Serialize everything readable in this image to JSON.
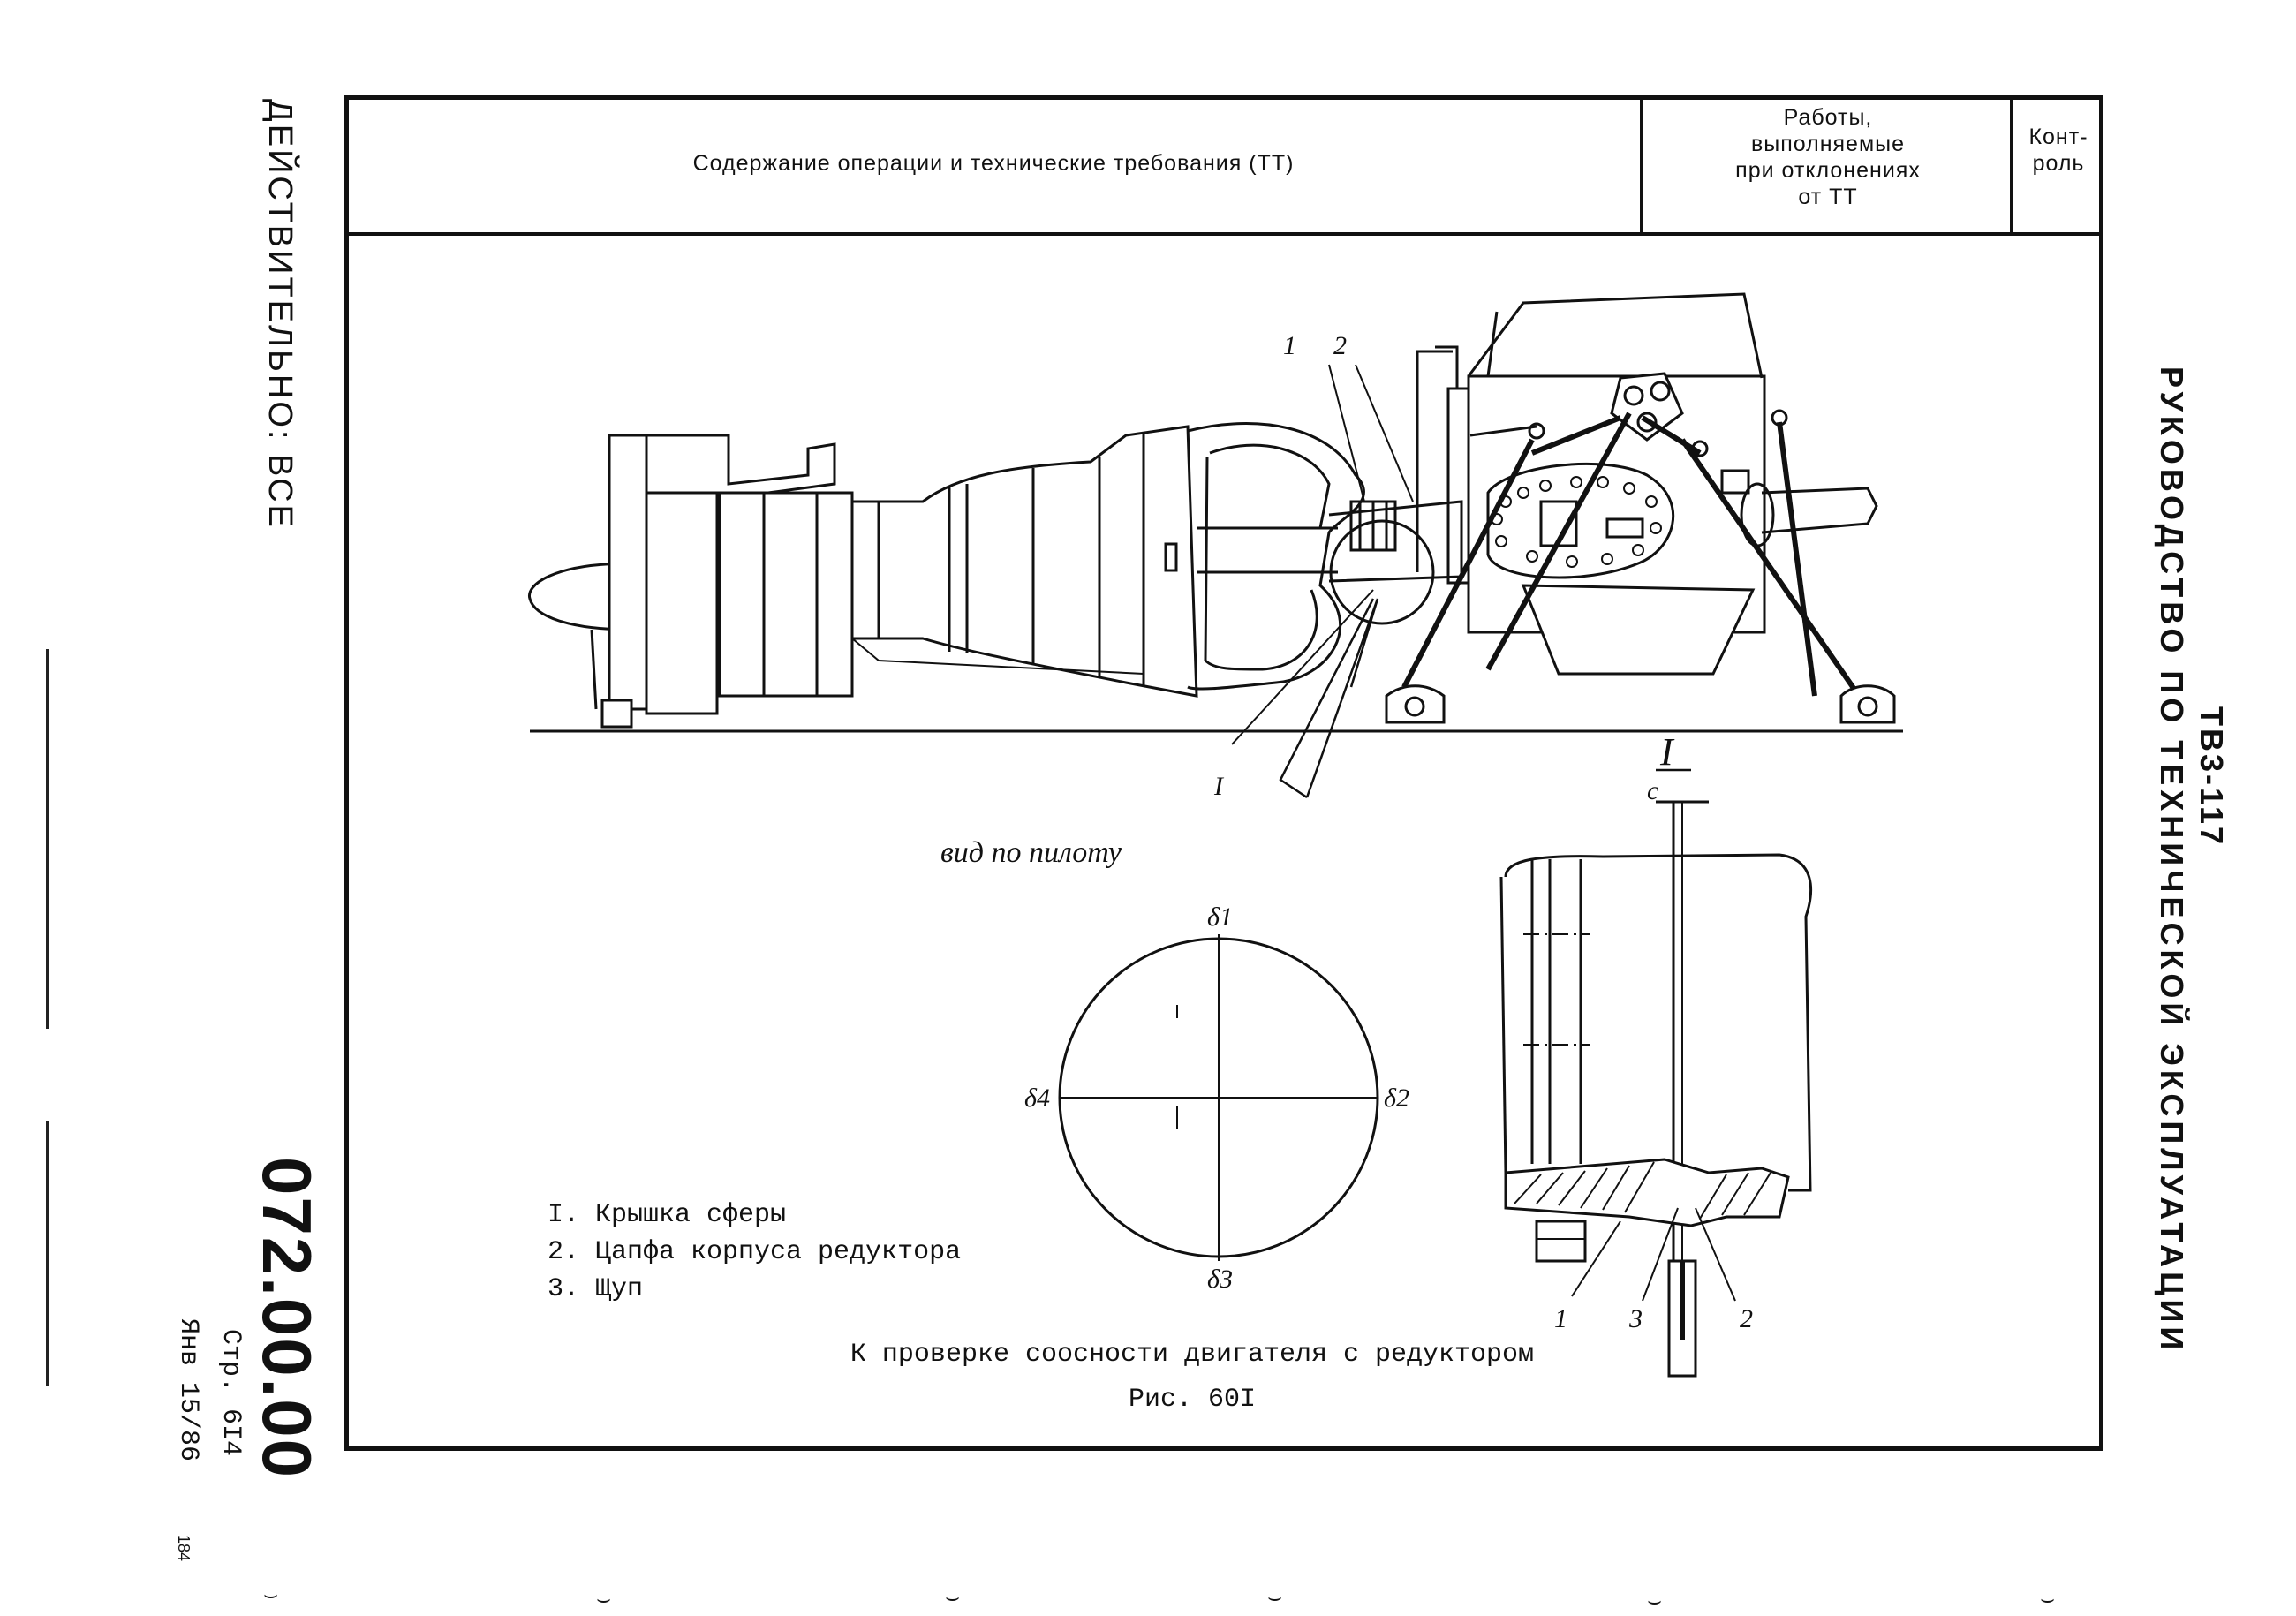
{
  "header": {
    "col_main": "Содержание операции и технические требования (ТТ)",
    "col_deviation": [
      "Работы,",
      "выполняемые",
      "при отклонениях",
      "от ТТ"
    ],
    "col_control": [
      "Конт-",
      "роль"
    ]
  },
  "side_right": {
    "title": "РУКОВОДСТВО ПО ТЕХНИЧЕСКОЙ ЭКСПЛУАТАЦИИ",
    "model": "ТВ3-117"
  },
  "side_left": {
    "validity": "ДЕЙСТВИТЕЛЬНО: ВСЕ",
    "doc_number": "072.00.00",
    "page": "Стр. 6I4",
    "date": "Янв 15/86",
    "sheet": "184"
  },
  "figure": {
    "view_label": "вид по пилоту",
    "callouts": [
      "1",
      "2",
      "I",
      "I",
      "c",
      "1",
      "3",
      "2"
    ],
    "circle_labels": [
      "δ1",
      "δ2",
      "δ3",
      "δ4"
    ],
    "legend": [
      "I. Крышка сферы",
      "2. Цапфа корпуса редуктора",
      "3. Щуп"
    ],
    "caption": "К проверке соосности двигателя с редуктором",
    "number": "Рис. 60I"
  }
}
